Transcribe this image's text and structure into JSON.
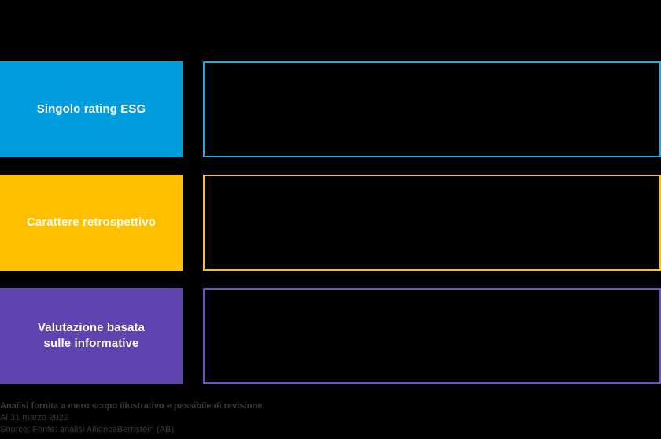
{
  "background_color": "#000000",
  "rows": [
    {
      "name": "singolo-rating-esg",
      "label": "Singolo rating ESG",
      "fill_color": "#009CDE",
      "border_color": "#29A8DF",
      "label_text_color": "#FFFFFF",
      "detail": ""
    },
    {
      "name": "carattere-retrospettivo",
      "label": "Carattere retrospettivo",
      "fill_color": "#FFBE00",
      "border_color": "#FFC11F",
      "label_text_color": "#FFFFFF",
      "detail": ""
    },
    {
      "name": "valutazione-basata-sulle-informative",
      "label": "Valutazione basata\nsulle informative",
      "fill_color": "#5F44AF",
      "border_color": "#6E54C0",
      "label_text_color": "#FFFFFF",
      "detail": ""
    }
  ],
  "footnote": {
    "text_color": "#3A3A3A",
    "lines": [
      {
        "text": "Analisi fornita a mero scopo illustrativo e passibile di revisione.",
        "bold": true
      },
      {
        "text": "Al 31 marzo 2022",
        "bold": false
      },
      {
        "text": "Source: Fonte: analisi AllianceBernstein (AB)",
        "bold": false
      }
    ]
  }
}
